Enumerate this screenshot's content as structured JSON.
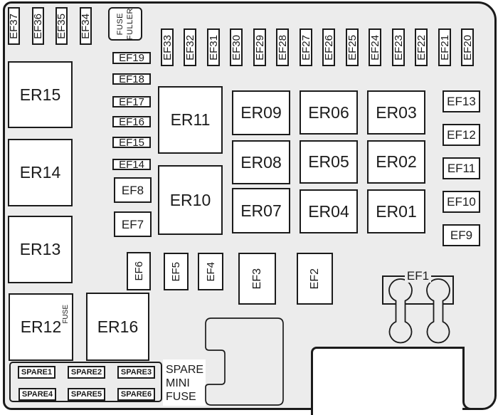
{
  "colors": {
    "panel_fill": "#ececec",
    "box_fill": "#ffffff",
    "line": "#1b1b1b"
  },
  "top": {
    "left_fuses": [
      "EF37",
      "EF36",
      "EF35",
      "EF34"
    ],
    "puller": {
      "line1": "FUSE",
      "line2": "FULLER"
    },
    "row_fuses": [
      "EF33",
      "EF32",
      "EF31",
      "EF30",
      "EF29",
      "EF28",
      "EF27",
      "EF26",
      "EF25",
      "EF24",
      "EF23",
      "EF22",
      "EF21",
      "EF20"
    ]
  },
  "left_relays": [
    "ER15",
    "ER14",
    "ER13"
  ],
  "er12": {
    "label": "ER12",
    "tag": "FUSE"
  },
  "mid_mini_fuses": [
    "EF19",
    "EF18",
    "EF17",
    "EF16",
    "EF15",
    "EF14"
  ],
  "mid_fuses": [
    "EF8",
    "EF7"
  ],
  "relays_a": [
    "ER11",
    "ER10"
  ],
  "relays_b": [
    "ER09",
    "ER08",
    "ER07"
  ],
  "relays_c": [
    "ER06",
    "ER05",
    "ER04"
  ],
  "relays_d": [
    "ER03",
    "ER02",
    "ER01"
  ],
  "right_fuses": [
    "EF13",
    "EF12",
    "EF11",
    "EF10",
    "EF9"
  ],
  "bottom_small_fuses": [
    "EF6",
    "EF5",
    "EF4"
  ],
  "bottom_large_fuses": [
    "EF3",
    "EF2"
  ],
  "ef1_label": "EF1",
  "er16_label": "ER16",
  "spares": [
    "SPARE1",
    "SPARE2",
    "SPARE3",
    "SPARE4",
    "SPARE5",
    "SPARE6"
  ],
  "spare_note": {
    "line1": "SPARE",
    "line2": "MINI",
    "line3": "FUSE"
  }
}
